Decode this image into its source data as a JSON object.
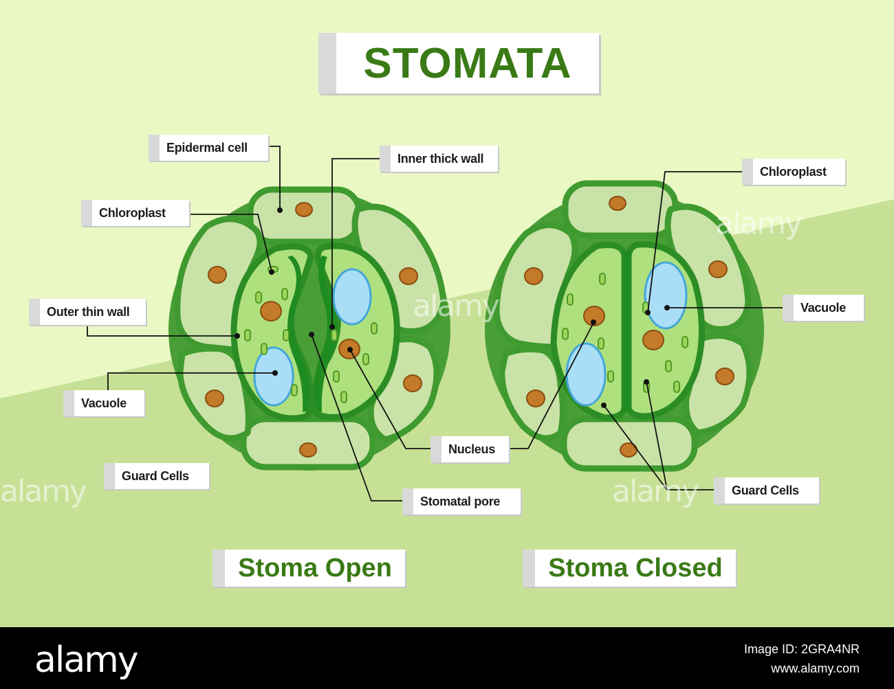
{
  "title": "STOMATA",
  "captions": {
    "open": "Stoma Open",
    "closed": "Stoma Closed"
  },
  "labels": {
    "open": {
      "epidermal_cell": "Epidermal cell",
      "inner_thick_wall": "Inner thick wall",
      "chloroplast": "Chloroplast",
      "outer_thin_wall": "Outer thin wall",
      "vacuole": "Vacuole",
      "guard_cells": "Guard Cells",
      "nucleus": "Nucleus",
      "stomatal_pore": "Stomatal pore"
    },
    "closed": {
      "chloroplast": "Chloroplast",
      "vacuole": "Vacuole",
      "guard_cells": "Guard Cells"
    }
  },
  "watermark": "alamy",
  "footer": {
    "logo": "alamy",
    "image_id": "Image ID: 2GRA4NR",
    "site": "www.alamy.com"
  },
  "colors": {
    "bg_light": "#eaf8c4",
    "bg_dark": "#c6e196",
    "cell_fill": "#c9e2a7",
    "cell_stroke": "#3f9a2f",
    "guard_fill": "#8ccf5d",
    "guard_stroke": "#2c8d25",
    "vacuole": "#a9def6",
    "nucleus": "#c37a29",
    "chloroplast": "#8dcb4e",
    "title": "#3a7a16"
  }
}
